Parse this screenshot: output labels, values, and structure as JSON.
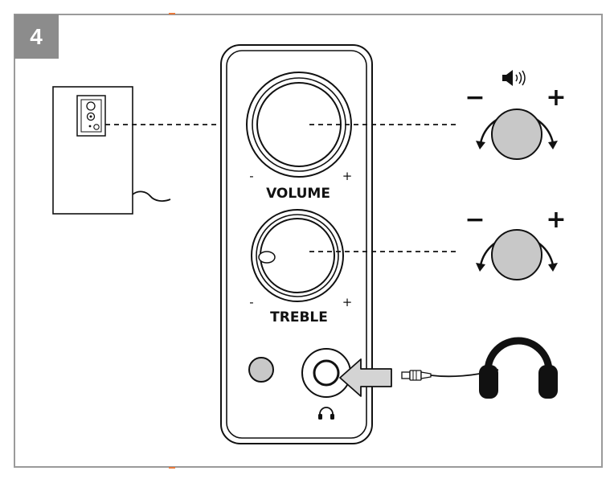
{
  "step_number": "4",
  "panel": {
    "volume_label": "VOLUME",
    "treble_label": "TREBLE",
    "minus": "-",
    "plus": "+"
  },
  "control_minus": "−",
  "control_plus": "+",
  "colors": {
    "frame": "#9a9a9a",
    "badge": "#8c8c8c",
    "knob_gray": "#c8c8c8",
    "line": "#111111",
    "arrow_fill": "#d4d4d4"
  },
  "icons": [
    "speaker-volume-icon",
    "headphone-icon",
    "headphones-icon",
    "audio-jack-icon",
    "rotate-arrow-icon"
  ]
}
